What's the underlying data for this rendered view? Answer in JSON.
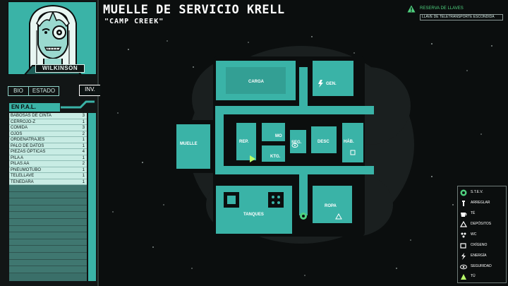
{
  "character": {
    "name": "WILKINSON"
  },
  "tabs": [
    {
      "label": "BIO",
      "active": false
    },
    {
      "label": "ESTADO",
      "active": false
    },
    {
      "label": "INV.",
      "active": true
    }
  ],
  "inventory": {
    "header": "EN P.A.L.",
    "items": [
      {
        "name": "BABOSAS DE CINTA",
        "qty": "3"
      },
      {
        "name": "CERROJO-Z",
        "qty": "1"
      },
      {
        "name": "COMIDA",
        "qty": "3"
      },
      {
        "name": "OJOS",
        "qty": "2"
      },
      {
        "name": "ORDENATRAJES",
        "qty": "1"
      },
      {
        "name": "PALO DE DATOS",
        "qty": "1"
      },
      {
        "name": "PIEZAS ÓPTICAS",
        "qty": "4"
      },
      {
        "name": "PILA A",
        "qty": "1"
      },
      {
        "name": "PILAS AA",
        "qty": "2"
      },
      {
        "name": "PNEUMOTUBO",
        "qty": "1"
      },
      {
        "name": "TELELLAVE",
        "qty": "1"
      },
      {
        "name": "TENEDARA",
        "qty": "1"
      }
    ]
  },
  "header": {
    "title": "MUELLE DE SERVICIO KRELL",
    "subtitle": "\"CAMP CREEK\""
  },
  "objective": {
    "title": "RESERVA DE LLAVES",
    "subtitle": "LLAVE DE TELETRANSPORTE ESCONDIDA",
    "icon": "warning-icon",
    "color": "#4fd17f"
  },
  "map": {
    "rooms": {
      "carga": "CARGA",
      "gen": "GEN.",
      "muelle": "MUELLE",
      "rep": "REP.",
      "mo": "MO",
      "ktg": "KTG.",
      "seg": "SEG.",
      "desc": "DESC",
      "hab": "HÁB.",
      "tanques": "TANQUES",
      "ropa": "ROPA"
    },
    "hull_color": "#3ab3a7",
    "bg_color": "#0b0e0e"
  },
  "legend": [
    {
      "label": "S.T.E.V.",
      "icon": "stev-icon"
    },
    {
      "label": "ARREGLAR",
      "icon": "repair-icon"
    },
    {
      "label": "TÉ",
      "icon": "tea-icon"
    },
    {
      "label": "DEPÓSITOS",
      "icon": "recycle-icon"
    },
    {
      "label": "WC",
      "icon": "toilet-icon"
    },
    {
      "label": "OXÍGENO",
      "icon": "oxygen-icon"
    },
    {
      "label": "ENERGÍA",
      "icon": "power-icon"
    },
    {
      "label": "SEGURIDAD",
      "icon": "eye-icon"
    },
    {
      "label": "TÚ",
      "icon": "player-icon"
    }
  ]
}
